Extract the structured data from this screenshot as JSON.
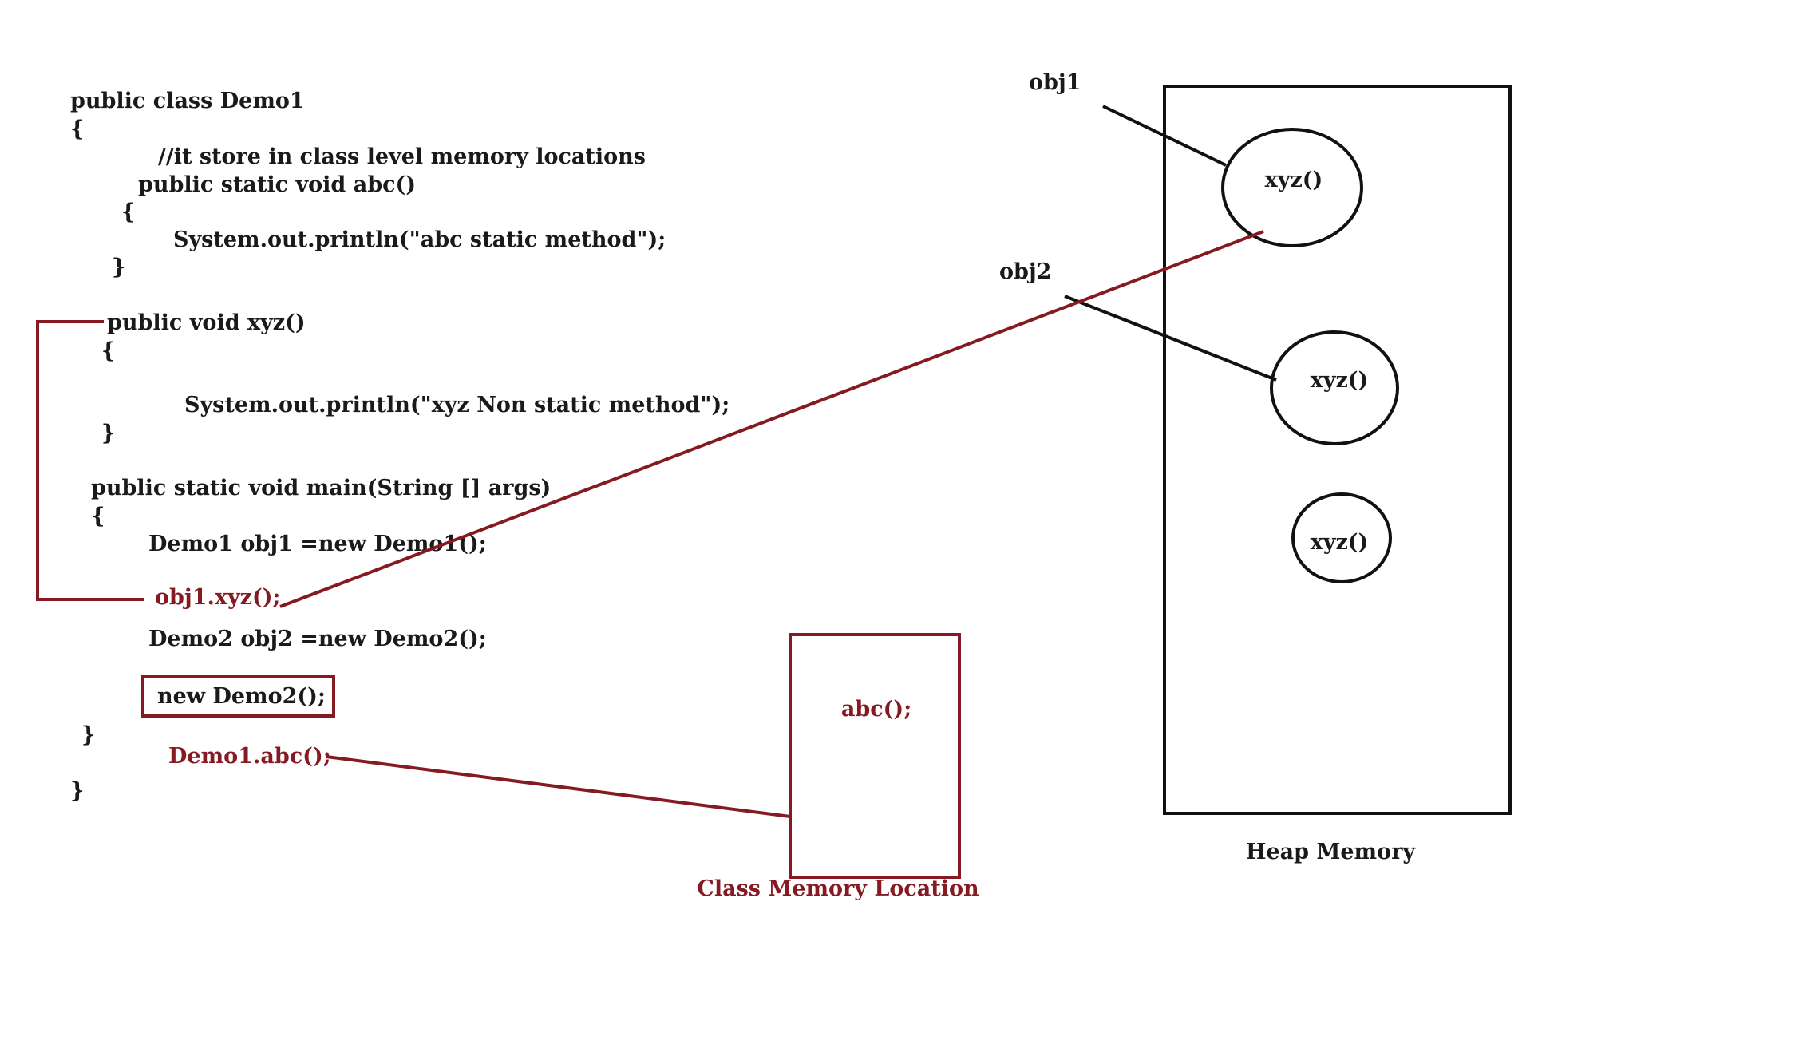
{
  "colors": {
    "ink": "#1a1a1a",
    "accent": "#861a22",
    "background": "#ffffff"
  },
  "code": {
    "class_decl": "public class Demo1",
    "open_brace_1": "{",
    "comment": "//it store in class level memory locations",
    "abc_decl": "public static void abc()",
    "open_brace_2": "{",
    "abc_print": "System.out.println(\"abc static method\");",
    "close_brace_2": "}",
    "xyz_decl": "public void xyz()",
    "open_brace_3": "{",
    "xyz_print": "System.out.println(\"xyz Non static method\");",
    "close_brace_3": "}",
    "main_decl": "public static void main(String [] args)",
    "open_brace_4": "{",
    "obj1_create": "Demo1 obj1 =new Demo1();",
    "obj1_call": "obj1.xyz();",
    "obj2_create": "Demo2 obj2 =new Demo2();",
    "new_demo2": "new Demo2();",
    "close_brace_4": "}",
    "abc_call": "Demo1.abc();",
    "close_brace_1": "}"
  },
  "heap": {
    "label": "Heap Memory",
    "ref1": "obj1",
    "ref2": "obj2",
    "objects": [
      "xyz()",
      "xyz()",
      "xyz()"
    ]
  },
  "class_memory": {
    "label": "Class Memory Location",
    "content": "abc();"
  }
}
